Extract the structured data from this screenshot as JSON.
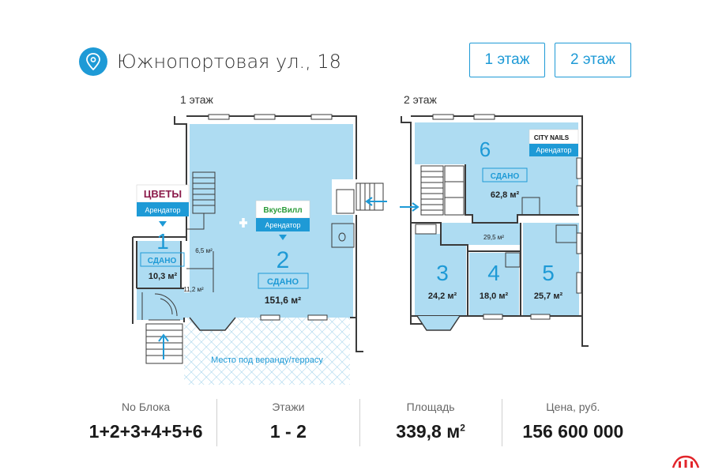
{
  "header": {
    "address": "Южнопортовая ул., 18"
  },
  "floor_buttons": [
    "1 этаж",
    "2 этаж"
  ],
  "plan_labels": {
    "floor1": "1 этаж",
    "floor2": "2 этаж"
  },
  "units": {
    "u1": {
      "number": "1",
      "status": "СДАНО",
      "area": "10,3 м²"
    },
    "u2": {
      "number": "2",
      "status": "СДАНО",
      "area": "151,6 м²"
    },
    "u3": {
      "number": "3",
      "area": "24,2 м²"
    },
    "u4": {
      "number": "4",
      "area": "18,0 м²"
    },
    "u5": {
      "number": "5",
      "area": "25,7 м²"
    },
    "u6": {
      "number": "6",
      "status": "СДАНО",
      "area": "62,8 м²"
    }
  },
  "small_areas": {
    "a1": "6,5 м²",
    "a2": "11,2 м²",
    "a3": "29,5 м²"
  },
  "tenants": {
    "t1": {
      "brand": "ЦВЕТЫ",
      "label": "Арендатор"
    },
    "t2": {
      "brand": "ВкусВилл",
      "label": "Арендатор"
    },
    "t6": {
      "brand": "CITY NAILS",
      "label": "Арендатор"
    }
  },
  "terrace": "Место под веранду/террасу",
  "stats": [
    {
      "label": "No Блока",
      "value": "1+2+3+4+5+6"
    },
    {
      "label": "Этажи",
      "value": "1 - 2"
    },
    {
      "label": "Площадь",
      "value": "339,8 м",
      "sup": "2"
    },
    {
      "label": "Цена, руб.",
      "value": "156 600 000"
    }
  ],
  "colors": {
    "accent": "#1e9ad6",
    "room_fill": "#aedcf2",
    "wall": "#3a3a3a",
    "logo": "#e2252b"
  }
}
